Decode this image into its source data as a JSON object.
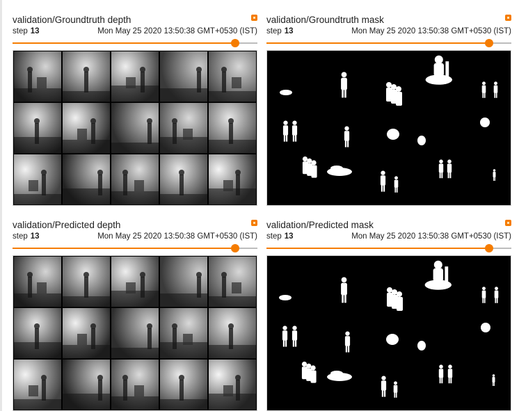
{
  "cards": [
    {
      "title": "validation/Groundtruth depth",
      "step_label": "step",
      "step_value": "13",
      "timestamp": "Mon May 25 2020 13:50:38 GMT+0530 (IST)",
      "slider_value": 0.91,
      "image_kind": "depth-grid"
    },
    {
      "title": "validation/Groundtruth mask",
      "step_label": "step",
      "step_value": "13",
      "timestamp": "Mon May 25 2020 13:50:38 GMT+0530 (IST)",
      "slider_value": 0.91,
      "image_kind": "mask"
    },
    {
      "title": "validation/Predicted depth",
      "step_label": "step",
      "step_value": "13",
      "timestamp": "Mon May 25 2020 13:50:38 GMT+0530 (IST)",
      "slider_value": 0.91,
      "image_kind": "depth-grid"
    },
    {
      "title": "validation/Predicted mask",
      "step_label": "step",
      "step_value": "13",
      "timestamp": "Mon May 25 2020 13:50:38 GMT+0530 (IST)",
      "slider_value": 0.91,
      "image_kind": "mask"
    }
  ],
  "icons": {
    "expand": "expand-icon"
  },
  "colors": {
    "accent": "#f57c00",
    "track": "#bdbdbd",
    "image_background": "#000000"
  }
}
